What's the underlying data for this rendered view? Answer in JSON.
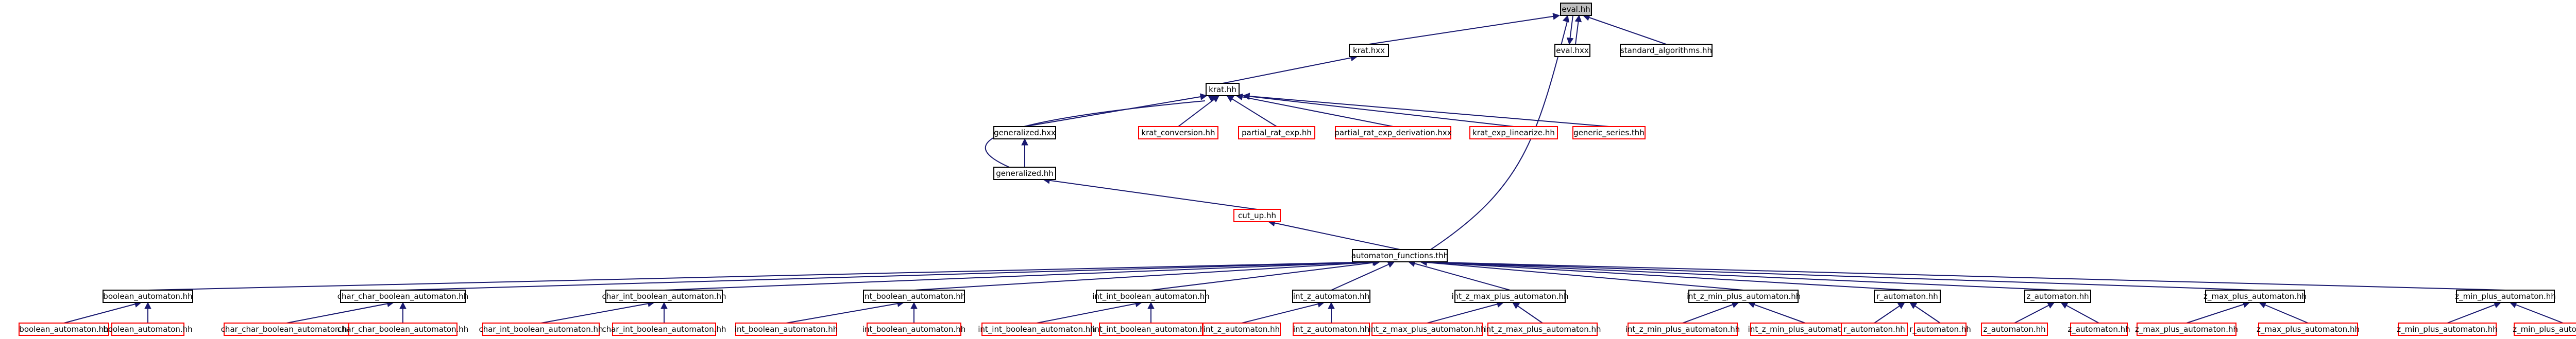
{
  "colors": {
    "edge": "#191970",
    "root_fill": "#bfbfbf",
    "doc_border": "#000000",
    "undoc_border": "#ff0000",
    "node_fill": "#ffffff"
  },
  "nodes": [
    {
      "id": "eval_hh",
      "label": "eval.hh",
      "kind": "root"
    },
    {
      "id": "krat_hxx",
      "label": "krat.hxx",
      "kind": "doc"
    },
    {
      "id": "eval_hxx",
      "label": "eval.hxx",
      "kind": "doc"
    },
    {
      "id": "standard_algorithms",
      "label": "standard_algorithms.hh",
      "kind": "doc"
    },
    {
      "id": "krat_hh",
      "label": "krat.hh",
      "kind": "doc"
    },
    {
      "id": "generalized_hxx",
      "label": "generalized.hxx",
      "kind": "doc"
    },
    {
      "id": "krat_conversion",
      "label": "krat_conversion.hh",
      "kind": "undoc"
    },
    {
      "id": "partial_rat_exp",
      "label": "partial_rat_exp.hh",
      "kind": "undoc"
    },
    {
      "id": "partial_rat_exp_derivation",
      "label": "partial_rat_exp_derivation.hxx",
      "kind": "undoc"
    },
    {
      "id": "krat_exp_linearize",
      "label": "krat_exp_linearize.hh",
      "kind": "undoc"
    },
    {
      "id": "generic_series",
      "label": "generic_series.thh",
      "kind": "undoc"
    },
    {
      "id": "generalized_hh",
      "label": "generalized.hh",
      "kind": "doc"
    },
    {
      "id": "cut_up",
      "label": "cut_up.hh",
      "kind": "undoc"
    },
    {
      "id": "automaton_functions",
      "label": "automaton_functions.thh",
      "kind": "doc"
    },
    {
      "id": "boolean_automaton",
      "label": "boolean_automaton.hh",
      "kind": "doc"
    },
    {
      "id": "char_char_boolean_automaton",
      "label": "char_char_boolean_automaton.hh",
      "kind": "doc"
    },
    {
      "id": "char_int_boolean_automaton",
      "label": "char_int_boolean_automaton.hh",
      "kind": "doc"
    },
    {
      "id": "int_boolean_automaton",
      "label": "int_boolean_automaton.hh",
      "kind": "doc"
    },
    {
      "id": "int_int_boolean_automaton",
      "label": "int_int_boolean_automaton.hh",
      "kind": "doc"
    },
    {
      "id": "int_z_automaton",
      "label": "int_z_automaton.hh",
      "kind": "doc"
    },
    {
      "id": "int_z_max_plus_automaton",
      "label": "int_z_max_plus_automaton.hh",
      "kind": "doc"
    },
    {
      "id": "int_z_min_plus_automaton",
      "label": "int_z_min_plus_automaton.hh",
      "kind": "doc"
    },
    {
      "id": "r_automaton",
      "label": "r_automaton.hh",
      "kind": "doc"
    },
    {
      "id": "z_automaton",
      "label": "z_automaton.hh",
      "kind": "doc"
    },
    {
      "id": "z_max_plus_automaton",
      "label": "z_max_plus_automaton.hh",
      "kind": "doc"
    },
    {
      "id": "z_min_plus_automaton",
      "label": "z_min_plus_automaton.hh",
      "kind": "doc"
    },
    {
      "id": "l_boolean_a",
      "label": "boolean_automaton.hh",
      "kind": "undoc"
    },
    {
      "id": "l_boolean_b",
      "label": "boolean_automaton.hh",
      "kind": "undoc"
    },
    {
      "id": "l_ccb_a",
      "label": "char_char_boolean_automaton.hh",
      "kind": "undoc"
    },
    {
      "id": "l_ccb_b",
      "label": "char_char_boolean_automaton.hh",
      "kind": "undoc"
    },
    {
      "id": "l_cib_a",
      "label": "char_int_boolean_automaton.hh",
      "kind": "undoc"
    },
    {
      "id": "l_cib_b",
      "label": "char_int_boolean_automaton.hh",
      "kind": "undoc"
    },
    {
      "id": "l_ib_a",
      "label": "int_boolean_automaton.hh",
      "kind": "undoc"
    },
    {
      "id": "l_ib_b",
      "label": "int_boolean_automaton.hh",
      "kind": "undoc"
    },
    {
      "id": "l_iib_a",
      "label": "int_int_boolean_automaton.hh",
      "kind": "undoc"
    },
    {
      "id": "l_iib_b",
      "label": "int_int_boolean_automaton.hh",
      "kind": "undoc"
    },
    {
      "id": "l_iz_a",
      "label": "int_z_automaton.hh",
      "kind": "undoc"
    },
    {
      "id": "l_iz_b",
      "label": "int_z_automaton.hh",
      "kind": "undoc"
    },
    {
      "id": "l_izmax_a",
      "label": "int_z_max_plus_automaton.hh",
      "kind": "undoc"
    },
    {
      "id": "l_izmax_b",
      "label": "int_z_max_plus_automaton.hh",
      "kind": "undoc"
    },
    {
      "id": "l_izmin_a",
      "label": "int_z_min_plus_automaton.hh",
      "kind": "undoc"
    },
    {
      "id": "l_izmin_b",
      "label": "int_z_min_plus_automaton.hh",
      "kind": "undoc"
    },
    {
      "id": "l_r_a",
      "label": "r_automaton.hh",
      "kind": "undoc"
    },
    {
      "id": "l_r_b",
      "label": "r_automaton.hh",
      "kind": "undoc"
    },
    {
      "id": "l_z_a",
      "label": "z_automaton.hh",
      "kind": "undoc"
    },
    {
      "id": "l_z_b",
      "label": "z_automaton.hh",
      "kind": "undoc"
    },
    {
      "id": "l_zmax_a",
      "label": "z_max_plus_automaton.hh",
      "kind": "undoc"
    },
    {
      "id": "l_zmax_b",
      "label": "z_max_plus_automaton.hh",
      "kind": "undoc"
    },
    {
      "id": "l_zmin_a",
      "label": "z_min_plus_automaton.hh",
      "kind": "undoc"
    },
    {
      "id": "l_zmin_b",
      "label": "z_min_plus_automaton.hh",
      "kind": "undoc"
    }
  ],
  "edges": [
    {
      "from": "krat_hxx",
      "to": "eval_hh"
    },
    {
      "from": "eval_hxx",
      "to": "eval_hh"
    },
    {
      "from": "standard_algorithms",
      "to": "eval_hh"
    },
    {
      "from": "eval_hh",
      "to": "eval_hxx"
    },
    {
      "from": "automaton_functions",
      "to": "eval_hh"
    },
    {
      "from": "krat_hh",
      "to": "krat_hxx"
    },
    {
      "from": "generalized_hxx",
      "to": "krat_hh"
    },
    {
      "from": "krat_conversion",
      "to": "krat_hh"
    },
    {
      "from": "partial_rat_exp",
      "to": "krat_hh"
    },
    {
      "from": "partial_rat_exp_derivation",
      "to": "krat_hh"
    },
    {
      "from": "krat_exp_linearize",
      "to": "krat_hh"
    },
    {
      "from": "generic_series",
      "to": "krat_hh"
    },
    {
      "from": "generalized_hh",
      "to": "krat_hh"
    },
    {
      "from": "generalized_hh",
      "to": "generalized_hxx"
    },
    {
      "from": "cut_up",
      "to": "generalized_hh"
    },
    {
      "from": "automaton_functions",
      "to": "cut_up"
    },
    {
      "from": "boolean_automaton",
      "to": "automaton_functions"
    },
    {
      "from": "char_char_boolean_automaton",
      "to": "automaton_functions"
    },
    {
      "from": "char_int_boolean_automaton",
      "to": "automaton_functions"
    },
    {
      "from": "int_boolean_automaton",
      "to": "automaton_functions"
    },
    {
      "from": "int_int_boolean_automaton",
      "to": "automaton_functions"
    },
    {
      "from": "int_z_automaton",
      "to": "automaton_functions"
    },
    {
      "from": "int_z_max_plus_automaton",
      "to": "automaton_functions"
    },
    {
      "from": "int_z_min_plus_automaton",
      "to": "automaton_functions"
    },
    {
      "from": "r_automaton",
      "to": "automaton_functions"
    },
    {
      "from": "z_automaton",
      "to": "automaton_functions"
    },
    {
      "from": "z_max_plus_automaton",
      "to": "automaton_functions"
    },
    {
      "from": "z_min_plus_automaton",
      "to": "automaton_functions"
    },
    {
      "from": "l_boolean_a",
      "to": "boolean_automaton"
    },
    {
      "from": "l_boolean_b",
      "to": "boolean_automaton"
    },
    {
      "from": "l_ccb_a",
      "to": "char_char_boolean_automaton"
    },
    {
      "from": "l_ccb_b",
      "to": "char_char_boolean_automaton"
    },
    {
      "from": "l_cib_a",
      "to": "char_int_boolean_automaton"
    },
    {
      "from": "l_cib_b",
      "to": "char_int_boolean_automaton"
    },
    {
      "from": "l_ib_a",
      "to": "int_boolean_automaton"
    },
    {
      "from": "l_ib_b",
      "to": "int_boolean_automaton"
    },
    {
      "from": "l_iib_a",
      "to": "int_int_boolean_automaton"
    },
    {
      "from": "l_iib_b",
      "to": "int_int_boolean_automaton"
    },
    {
      "from": "l_iz_a",
      "to": "int_z_automaton"
    },
    {
      "from": "l_iz_b",
      "to": "int_z_automaton"
    },
    {
      "from": "l_izmax_a",
      "to": "int_z_max_plus_automaton"
    },
    {
      "from": "l_izmax_b",
      "to": "int_z_max_plus_automaton"
    },
    {
      "from": "l_izmin_a",
      "to": "int_z_min_plus_automaton"
    },
    {
      "from": "l_izmin_b",
      "to": "int_z_min_plus_automaton"
    },
    {
      "from": "l_r_a",
      "to": "r_automaton"
    },
    {
      "from": "l_r_b",
      "to": "r_automaton"
    },
    {
      "from": "l_z_a",
      "to": "z_automaton"
    },
    {
      "from": "l_z_b",
      "to": "z_automaton"
    },
    {
      "from": "l_zmax_a",
      "to": "z_max_plus_automaton"
    },
    {
      "from": "l_zmax_b",
      "to": "z_max_plus_automaton"
    },
    {
      "from": "l_zmin_a",
      "to": "z_min_plus_automaton"
    },
    {
      "from": "l_zmin_b",
      "to": "z_min_plus_automaton"
    }
  ]
}
